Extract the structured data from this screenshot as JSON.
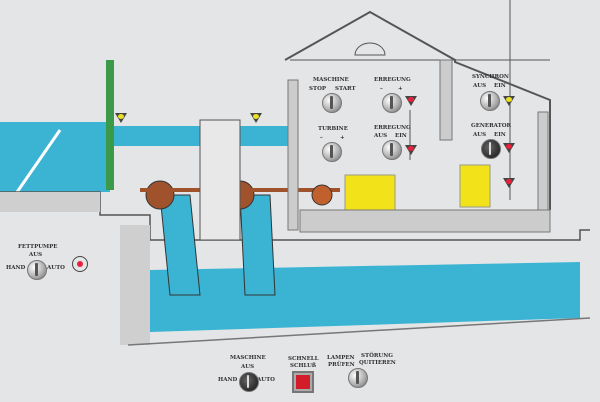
{
  "panel": {
    "maschine": {
      "title": "MASCHINE",
      "left": "STOP",
      "right": "START"
    },
    "erregung1": {
      "title": "ERREGUNG",
      "left": "–",
      "right": "+"
    },
    "turbine": {
      "title": "TURBINE",
      "left": "–",
      "right": "+"
    },
    "erregung2": {
      "title": "ERREGUNG",
      "left": "AUS",
      "right": "EIN"
    },
    "synchron": {
      "title": "SYNCHRON",
      "left": "AUS",
      "right": "EIN"
    },
    "generator": {
      "title": "GENERATOR",
      "left": "AUS",
      "right": "EIN"
    },
    "fettpumpe": {
      "title": "FETTPUMPE",
      "center": "AUS",
      "left": "HAND",
      "right": "AUTO"
    },
    "maschine_mode": {
      "title": "MASCHINE",
      "center": "AUS",
      "left": "HAND",
      "right": "AUTO"
    },
    "schnellschluss": {
      "line1": "SCHNELL",
      "line2": "SCHLUß"
    },
    "lampen": {
      "line1": "LAMPEN",
      "line2": "PRÜFEN"
    },
    "stoerung": {
      "line1": "STÖRUNG",
      "line2": "QUITIEREN"
    }
  },
  "colors": {
    "water": "#3bb4d4",
    "lamp_red": "#e8203a",
    "lamp_yellow": "#e8e020",
    "machine_yellow": "#f2e21a",
    "pipe_green": "#3a9a4a"
  }
}
